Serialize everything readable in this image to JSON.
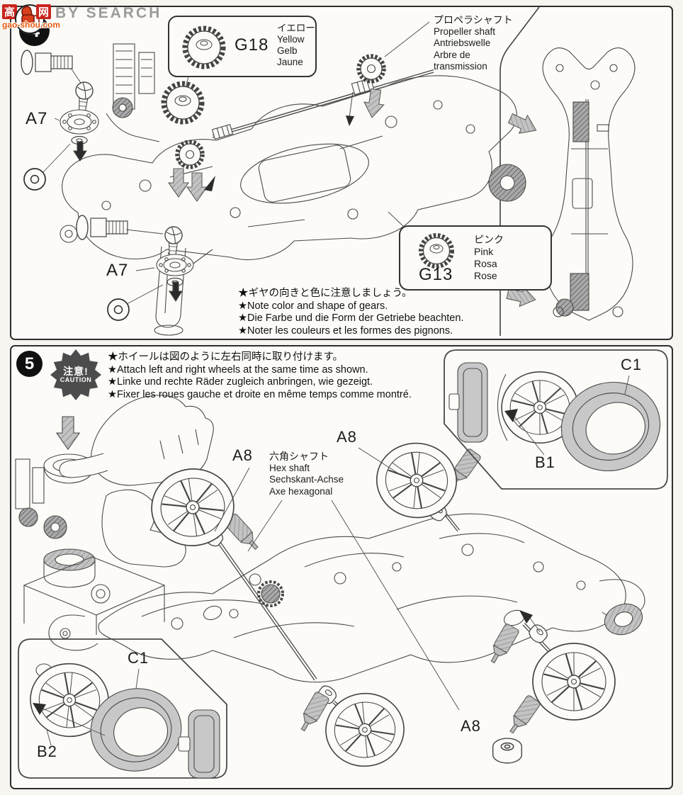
{
  "watermark": {
    "left_char": "高",
    "right_char": "网",
    "search": "BY SEARCH",
    "site": "gao-shou.com"
  },
  "step4": {
    "badge": "4",
    "a7_upper": "A7",
    "a7_lower": "A7",
    "g18": {
      "code": "G18",
      "color_ja": "イエロー",
      "color_en": "Yellow",
      "color_de": "Gelb",
      "color_fr": "Jaune"
    },
    "g13": {
      "code": "G13",
      "color_ja": "ピンク",
      "color_en": "Pink",
      "color_de": "Rosa",
      "color_fr": "Rose"
    },
    "propeller": {
      "ja": "プロペラシャフト",
      "en": "Propeller shaft",
      "de": "Antriebswelle",
      "fr1": "Arbre de",
      "fr2": "transmission"
    },
    "notes": {
      "ja": "★ギヤの向きと色に注意しましょう。",
      "en": "★Note color and shape of gears.",
      "de": "★Die Farbe und die Form der Getriebe beachten.",
      "fr": "★Noter les couleurs et les formes des pignons."
    }
  },
  "step5": {
    "badge": "5",
    "caution_ja": "注意!",
    "caution_en": "CAUTION",
    "notes": {
      "ja": "★ホイールは図のように左右同時に取り付けます。",
      "en": "★Attach left and right wheels at the same time as shown.",
      "de": "★Linke und rechte Räder zugleich anbringen, wie gezeigt.",
      "fr": "★Fixer les roues gauche et droite en même temps comme montré."
    },
    "hex": {
      "ja": "六角シャフト",
      "en": "Hex shaft",
      "de": "Sechskant-Achse",
      "fr": "Axe hexagonal"
    },
    "a8_left": "A8",
    "a8_top": "A8",
    "a8_bottom": "A8",
    "b1": "B1",
    "c1_top": "C1",
    "b2": "B2",
    "c1_bottom": "C1"
  }
}
